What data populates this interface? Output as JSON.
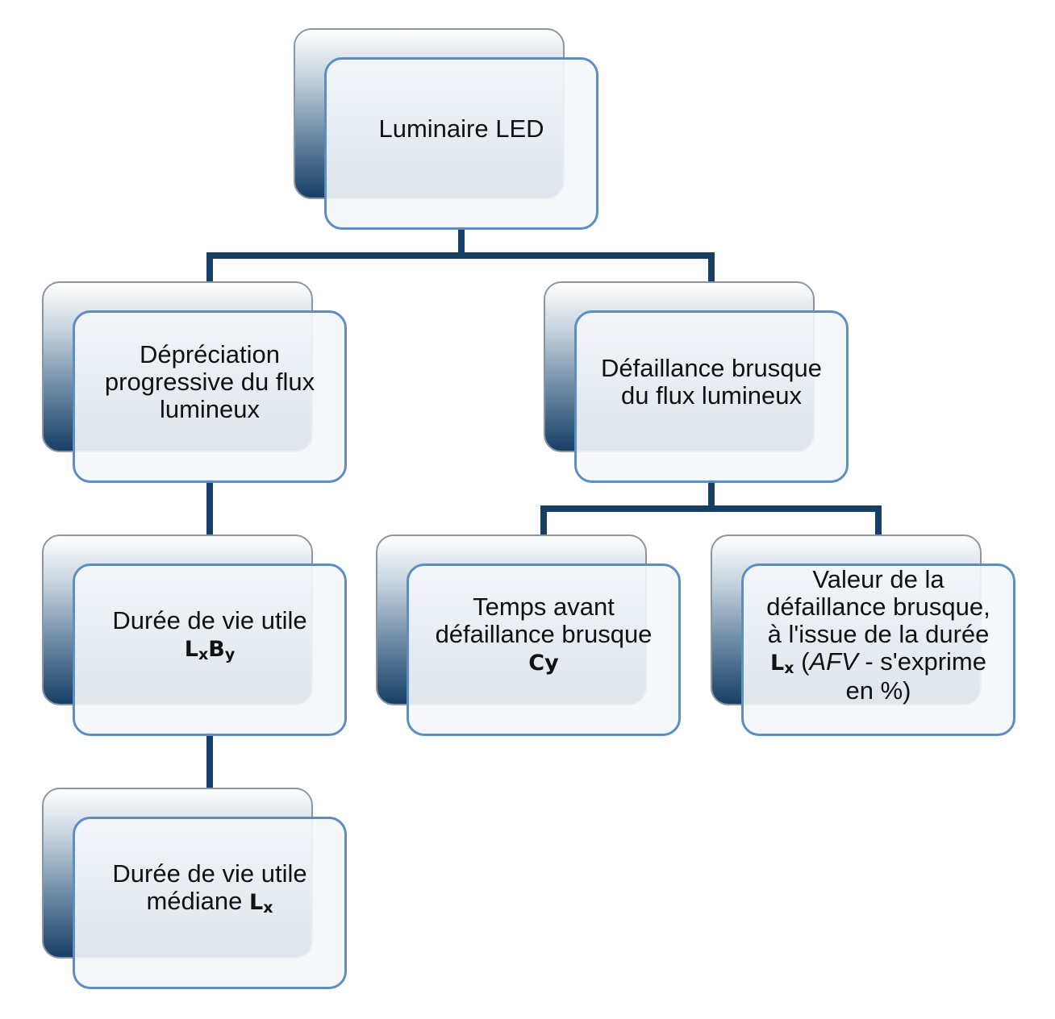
{
  "diagram": {
    "line_color": "#173f66",
    "frame_color": "#5c8ec4",
    "nodes": {
      "root": {
        "text": "Luminaire LED"
      },
      "gradual": {
        "text": "Dépréciation progressive du flux lumineux"
      },
      "sudden": {
        "text": "Défaillance brusque du flux lumineux"
      },
      "useful_life": {
        "text": "Durée de vie utile",
        "symbol_L": "L",
        "symbol_L_sub": "x",
        "symbol_B": "B",
        "symbol_B_sub": "y"
      },
      "median_life": {
        "text": "Durée de vie utile médiane",
        "symbol_L": "L",
        "symbol_L_sub": "x"
      },
      "time_before": {
        "text": "Temps avant défaillance brusque",
        "symbol": "Cy"
      },
      "afv": {
        "text": "Valeur de la défaillance brusque, à l'issue de la durée",
        "symbol_L": "L",
        "symbol_L_sub": "x",
        "paren_open": "(",
        "abbr": "AFV",
        "paren_rest": " - s'exprime en %)"
      }
    },
    "edges": [
      [
        "root",
        "gradual"
      ],
      [
        "root",
        "sudden"
      ],
      [
        "gradual",
        "useful_life"
      ],
      [
        "useful_life",
        "median_life"
      ],
      [
        "sudden",
        "time_before"
      ],
      [
        "sudden",
        "afv"
      ]
    ]
  }
}
